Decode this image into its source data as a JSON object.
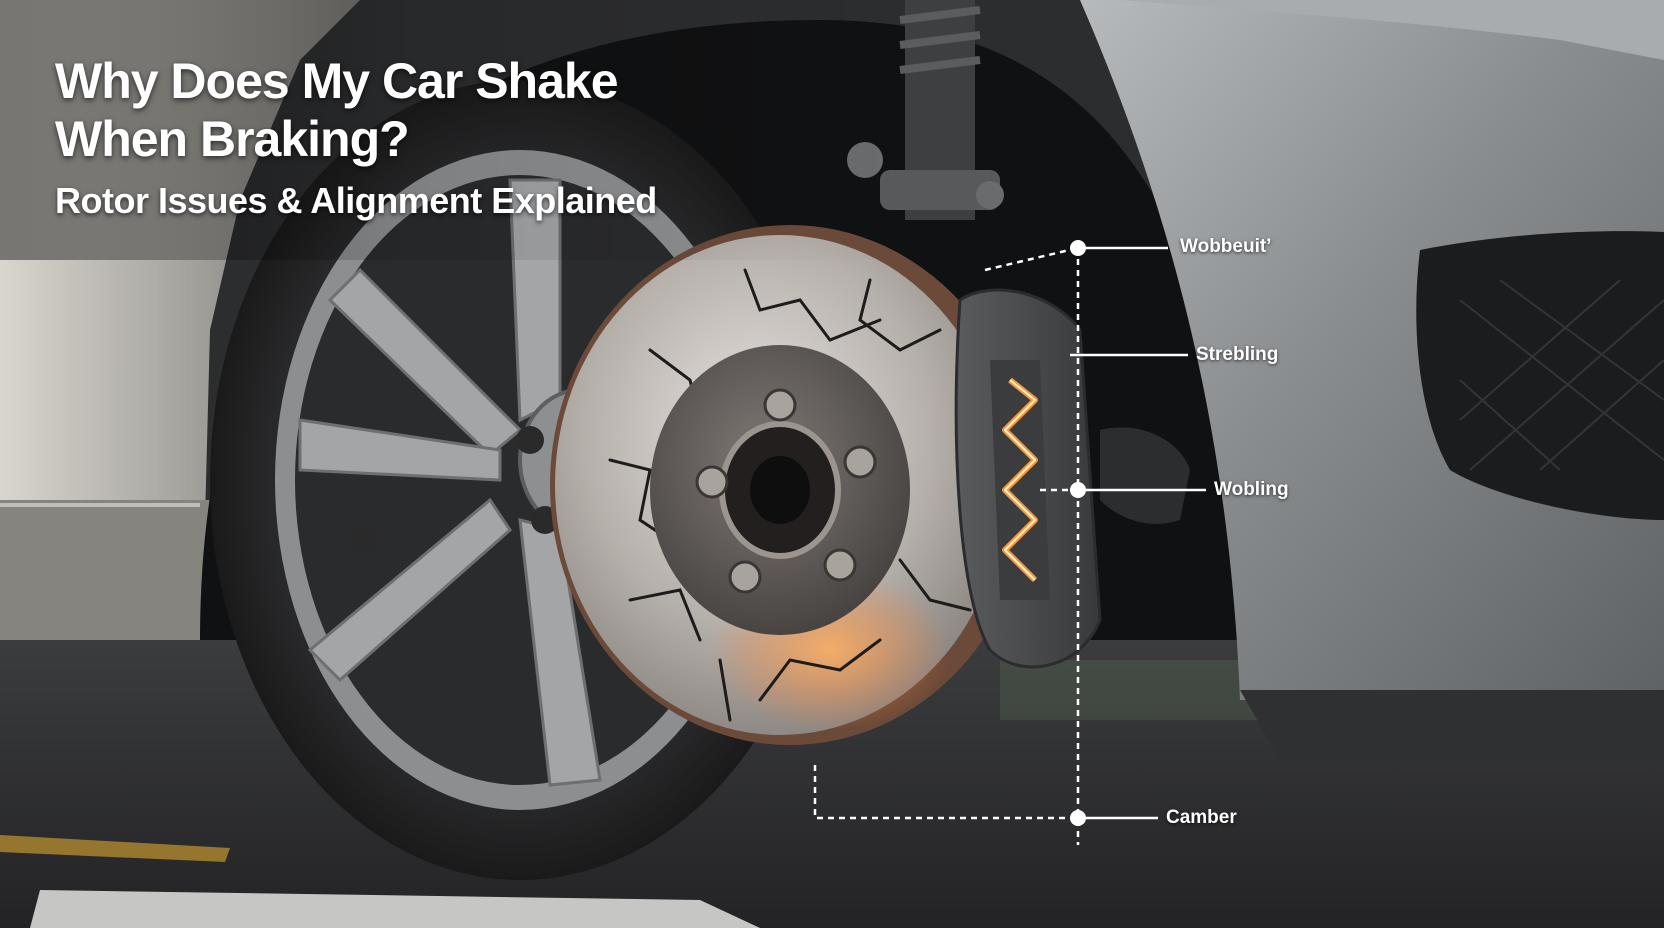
{
  "title": {
    "line1": "Why Does My Car Shake",
    "line2": "When Braking?",
    "subtitle": "Rotor Issues & Alignment Explained"
  },
  "callouts": [
    {
      "label": "Wobbeuit’"
    },
    {
      "label": "Strebling"
    },
    {
      "label": "Wobling"
    },
    {
      "label": "Camber"
    }
  ],
  "colors": {
    "text": "#ffffff",
    "callout_line": "#ffffff",
    "heat_glow": "#ff9a3c",
    "car_body": "#8d9092",
    "caliper": "#4b4c4e"
  }
}
